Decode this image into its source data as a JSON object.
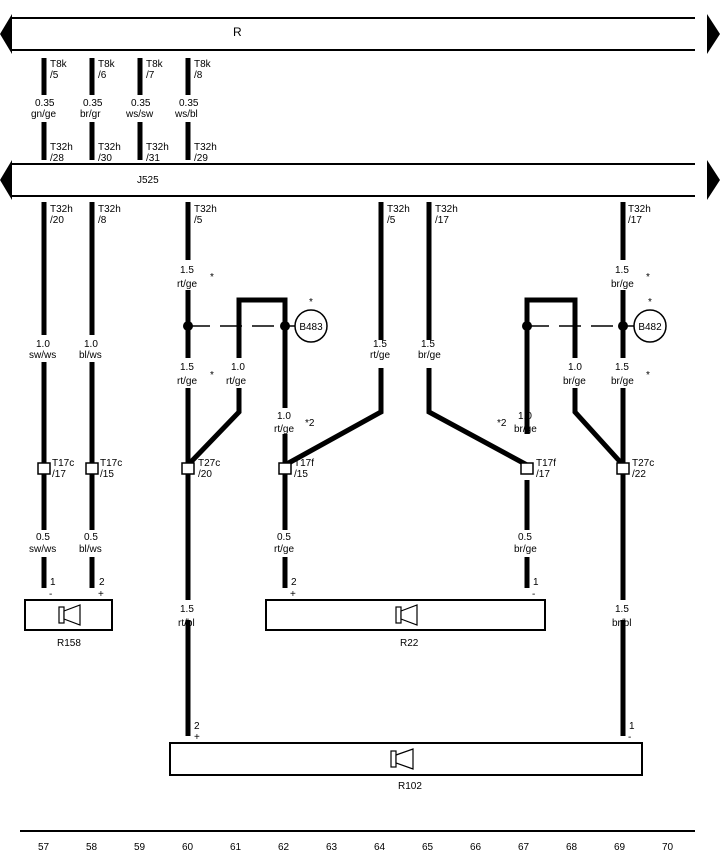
{
  "modules": {
    "top": {
      "label": "R"
    },
    "middle": {
      "label": "J525"
    }
  },
  "top_wires": [
    {
      "top_conn": "T8k",
      "top_pin": "/5",
      "size": "0.35",
      "color": "gn/ge",
      "mid_conn": "T32h",
      "mid_pin": "/28"
    },
    {
      "top_conn": "T8k",
      "top_pin": "/6",
      "size": "0.35",
      "color": "br/gr",
      "mid_conn": "T32h",
      "mid_pin": "/30"
    },
    {
      "top_conn": "T8k",
      "top_pin": "/7",
      "size": "0.35",
      "color": "ws/sw",
      "mid_conn": "T32h",
      "mid_pin": "/31"
    },
    {
      "top_conn": "T8k",
      "top_pin": "/8",
      "size": "0.35",
      "color": "ws/bl",
      "mid_conn": "T32h",
      "mid_pin": "/29"
    }
  ],
  "j525_pins": [
    {
      "conn": "T32h",
      "pin": "/20"
    },
    {
      "conn": "T32h",
      "pin": "/8"
    },
    {
      "conn": "T32h",
      "pin": "/5"
    },
    {
      "conn": "T32h",
      "pin": "/5"
    },
    {
      "conn": "T32h",
      "pin": "/17"
    },
    {
      "conn": "T32h",
      "pin": "/17"
    }
  ],
  "wire_labels": [
    {
      "size": "1.0",
      "color": "sw/ws"
    },
    {
      "size": "1.0",
      "color": "bl/ws"
    },
    {
      "size": "1.5",
      "color": "rt/ge",
      "star": "*"
    },
    {
      "size": "1.5",
      "color": "rt/ge",
      "star": "*"
    },
    {
      "size": "1.0",
      "color": "rt/ge"
    },
    {
      "size": "1.0",
      "color": "rt/ge",
      "star": "*2"
    },
    {
      "size": "1.5",
      "color": "rt/ge"
    },
    {
      "size": "1.5",
      "color": "br/ge"
    },
    {
      "size": "1.0",
      "color": "br/ge",
      "star": "*2"
    },
    {
      "size": "1.0",
      "color": "br/ge"
    },
    {
      "size": "1.5",
      "color": "br/ge",
      "star": "*"
    },
    {
      "size": "1.5",
      "color": "br/ge",
      "star": "*"
    },
    {
      "size": "0.5",
      "color": "sw/ws"
    },
    {
      "size": "0.5",
      "color": "bl/ws"
    },
    {
      "size": "0.5",
      "color": "rt/ge"
    },
    {
      "size": "0.5",
      "color": "br/ge"
    },
    {
      "size": "1.5",
      "color": "rt/bl"
    },
    {
      "size": "1.5",
      "color": "br/bl"
    }
  ],
  "connectors": [
    {
      "conn": "T17c",
      "pin": "/17"
    },
    {
      "conn": "T17c",
      "pin": "/15"
    },
    {
      "conn": "T27c",
      "pin": "/20"
    },
    {
      "conn": "T17f",
      "pin": "/15"
    },
    {
      "conn": "T17f",
      "pin": "/17"
    },
    {
      "conn": "T27c",
      "pin": "/22"
    }
  ],
  "sensors": [
    {
      "label": "B483",
      "star": "*"
    },
    {
      "label": "B482",
      "star": "*"
    }
  ],
  "speakers": [
    {
      "label": "R158",
      "pin_left": "1",
      "pin_right": "2",
      "pol_left": "-",
      "pol_right": "+"
    },
    {
      "label": "R22",
      "pin_left": "2",
      "pin_right": "1",
      "pol_left": "+",
      "pol_right": "-"
    },
    {
      "label": "R102",
      "pin_left": "2",
      "pin_right": "1",
      "pol_left": "+",
      "pol_right": "-"
    }
  ],
  "grid_numbers": [
    "57",
    "58",
    "59",
    "60",
    "61",
    "62",
    "63",
    "64",
    "65",
    "66",
    "67",
    "68",
    "69",
    "70"
  ]
}
